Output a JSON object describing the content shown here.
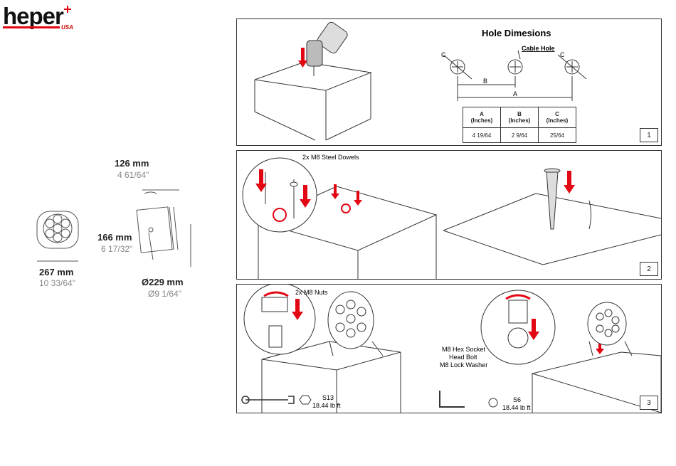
{
  "brand": {
    "name": "heper",
    "region": "USA"
  },
  "dimensions": {
    "depth": {
      "mm": "126 mm",
      "inch": "4 61/64\""
    },
    "height": {
      "mm": "166 mm",
      "inch": "6 17/32\""
    },
    "width": {
      "mm": "267 mm",
      "inch": "10 33/64\""
    },
    "diameter": {
      "mm": "Ø229 mm",
      "inch": "Ø9 1/64\""
    }
  },
  "panel1": {
    "number": "1",
    "title": "Hole Dimesions",
    "cable_hole_label": "Cable Hole",
    "labels": {
      "a": "A",
      "b": "B",
      "c": "C"
    },
    "table": {
      "headers": [
        "A\n(Inches)",
        "B\n(Inches)",
        "C\n(Inches)"
      ],
      "header_letters": [
        "A",
        "B",
        "C"
      ],
      "header_units": [
        "(Inches)",
        "(Inches)",
        "(Inches)"
      ],
      "values": [
        "4 19/64",
        "2 9/64",
        "25/64"
      ]
    }
  },
  "panel2": {
    "number": "2",
    "dowels_label": "2x M8 Steel Dowels"
  },
  "panel3": {
    "number": "3",
    "nuts_label": "2x M8 Nuts",
    "bolt_label_1": "M8 Hex Socket",
    "bolt_label_2": "Head Bolt",
    "bolt_label_3": "M8 Lock Washer",
    "wrench_size": "S13",
    "wrench_torque": "18.44 lb ft",
    "hex_size": "S6",
    "hex_torque": "18.44 lb ft"
  },
  "colors": {
    "accent": "#e30613",
    "line": "#333333"
  }
}
